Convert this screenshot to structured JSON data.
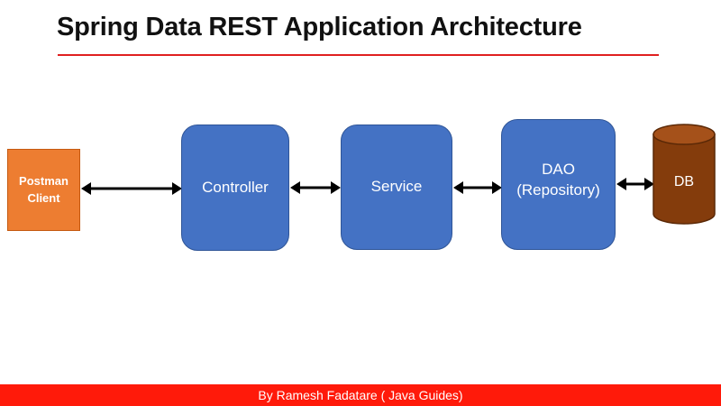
{
  "slide": {
    "title": "Spring Data REST Application Architecture",
    "footer": "By Ramesh Fadatare ( Java Guides)"
  },
  "nodes": {
    "client": {
      "line1": "Postman",
      "line2": "Client"
    },
    "controller": {
      "label": "Controller"
    },
    "service": {
      "label": "Service"
    },
    "dao": {
      "line1": "DAO",
      "line2": "(Repository)"
    },
    "db": {
      "label": "DB"
    }
  },
  "colors": {
    "title_rule": "#e02020",
    "client_fill": "#ed7d31",
    "node_fill": "#4472c4",
    "db_fill": "#843c0c",
    "footer_bar": "#ff1a0a",
    "arrow": "#000000"
  }
}
